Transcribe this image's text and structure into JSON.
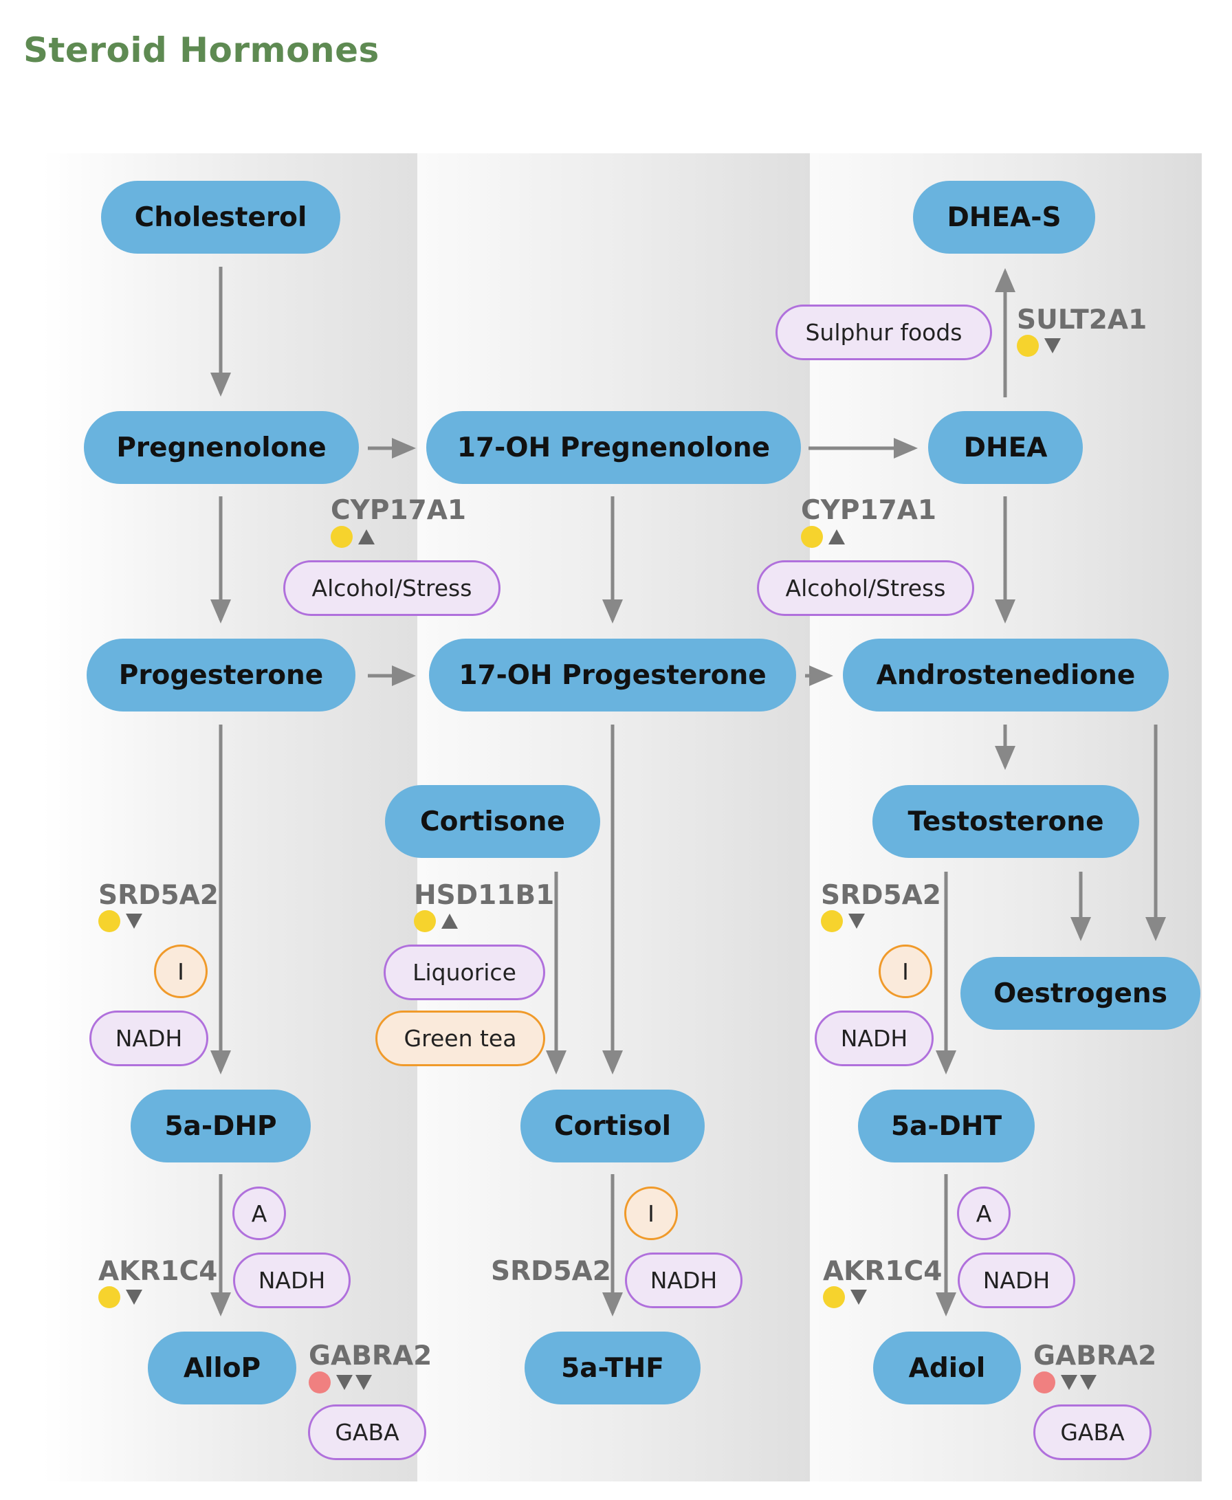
{
  "title": "Steroid Hormones",
  "colors": {
    "title": "#5e8a52",
    "node_fill": "#69b3de",
    "arrow": "#888888",
    "pill_purple_border": "#b070dc",
    "pill_orange_border": "#f09a2a",
    "dot_yellow": "#f6d32d",
    "dot_red": "#f08080",
    "gene_text": "#6e6e6e"
  },
  "nodes": {
    "cholesterol": "Cholesterol",
    "pregnenolone": "Pregnenolone",
    "oh17_pregnenolone": "17-OH Pregnenolone",
    "dhea": "DHEA",
    "dhea_s": "DHEA-S",
    "progesterone": "Progesterone",
    "oh17_progesterone": "17-OH Progesterone",
    "androstenedione": "Androstenedione",
    "cortisone": "Cortisone",
    "testosterone": "Testosterone",
    "oestrogens": "Oestrogens",
    "dhp_5a": "5a-DHP",
    "cortisol": "Cortisol",
    "dht_5a": "5a-DHT",
    "allop": "AlloP",
    "thf_5a": "5a-THF",
    "adiol": "Adiol"
  },
  "genes": {
    "sult2a1": {
      "label": "SULT2A1",
      "dot": "yellow",
      "arrows": "down"
    },
    "cyp17a1_left": {
      "label": "CYP17A1",
      "dot": "yellow",
      "arrows": "up"
    },
    "cyp17a1_right": {
      "label": "CYP17A1",
      "dot": "yellow",
      "arrows": "up"
    },
    "srd5a2_left": {
      "label": "SRD5A2",
      "dot": "yellow",
      "arrows": "down"
    },
    "hsd11b1": {
      "label": "HSD11B1",
      "dot": "yellow",
      "arrows": "up"
    },
    "srd5a2_right": {
      "label": "SRD5A2",
      "dot": "yellow",
      "arrows": "down"
    },
    "akr1c4_left": {
      "label": "AKR1C4",
      "dot": "yellow",
      "arrows": "down"
    },
    "srd5a2_mid": {
      "label": "SRD5A2"
    },
    "akr1c4_right": {
      "label": "AKR1C4",
      "dot": "yellow",
      "arrows": "down"
    },
    "gabra2_left": {
      "label": "GABRA2",
      "dot": "red",
      "arrows": "down-down"
    },
    "gabra2_right": {
      "label": "GABRA2",
      "dot": "red",
      "arrows": "down-down"
    }
  },
  "modifiers": {
    "sulphur_foods": "Sulphur foods",
    "alcohol_stress_left": "Alcohol/Stress",
    "alcohol_stress_right": "Alcohol/Stress",
    "i_left": "I",
    "nadh_left": "NADH",
    "liquorice": "Liquorice",
    "green_tea": "Green tea",
    "i_right": "I",
    "nadh_right": "NADH",
    "a_left": "A",
    "nadh_left_2": "NADH",
    "i_mid": "I",
    "nadh_mid": "NADH",
    "a_right": "A",
    "nadh_right_2": "NADH",
    "gaba_left": "GABA",
    "gaba_right": "GABA"
  },
  "legend_icons": {
    "yellow-dot": "yellow circle",
    "red-dot": "red circle",
    "up": "up-triangle",
    "down": "down-triangle"
  }
}
